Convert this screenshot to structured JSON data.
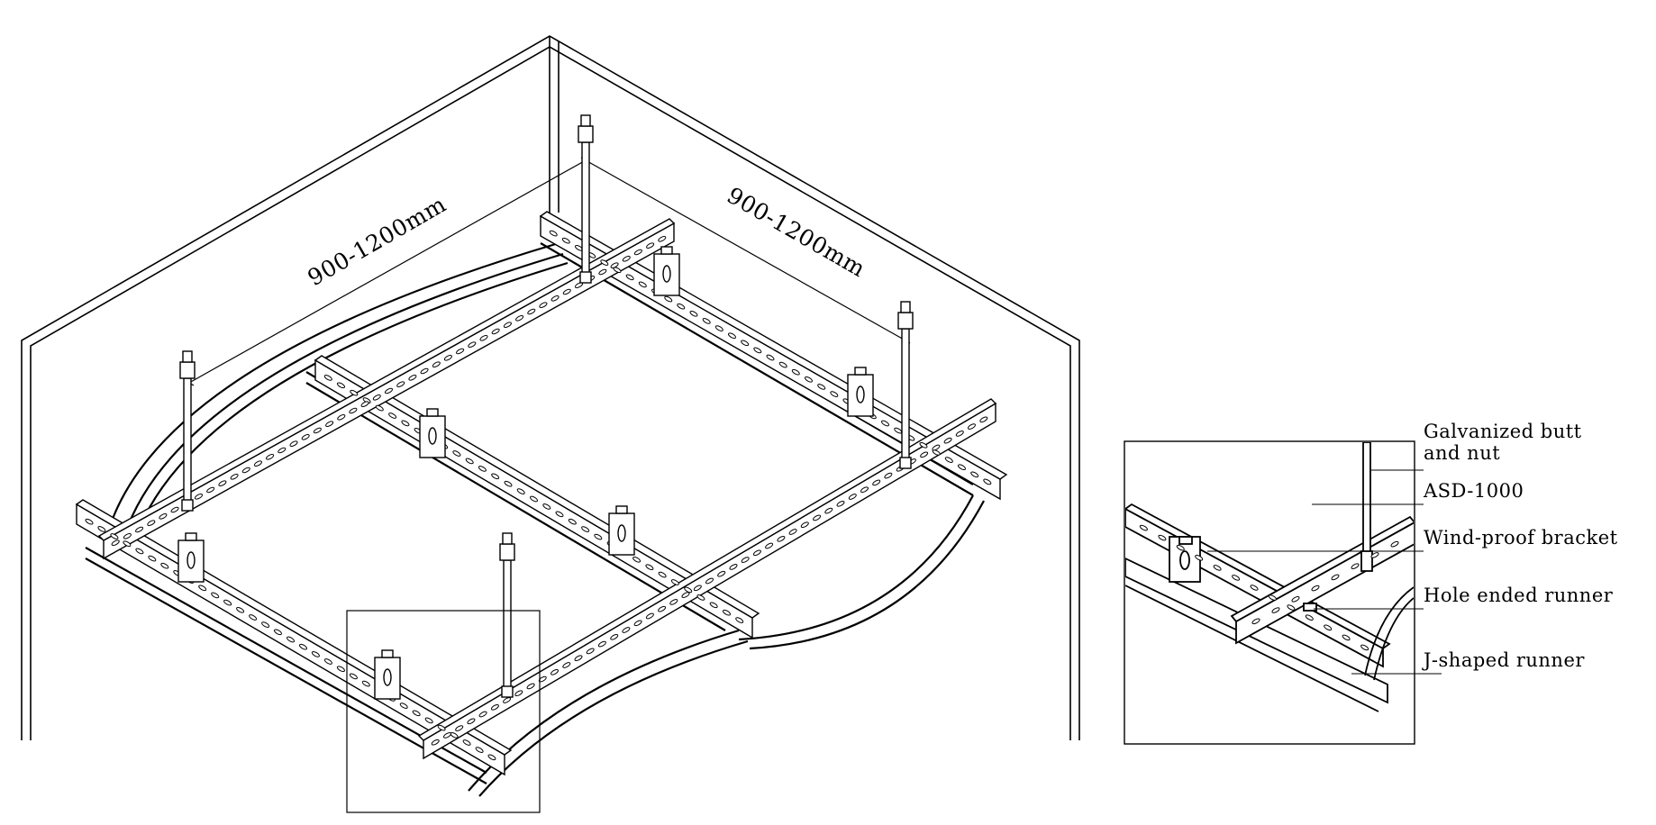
{
  "dimensions": {
    "left": "900-1200mm",
    "right": "900-1200mm"
  },
  "callouts": {
    "butt_nut_line1": "Galvanized butt",
    "butt_nut_line2": "and nut",
    "asd": "ASD-1000",
    "bracket": "Wind-proof bracket",
    "hole_runner": "Hole ended runner",
    "j_runner": "J-shaped runner"
  },
  "colors": {
    "ink": "#000000",
    "paper": "#ffffff"
  }
}
